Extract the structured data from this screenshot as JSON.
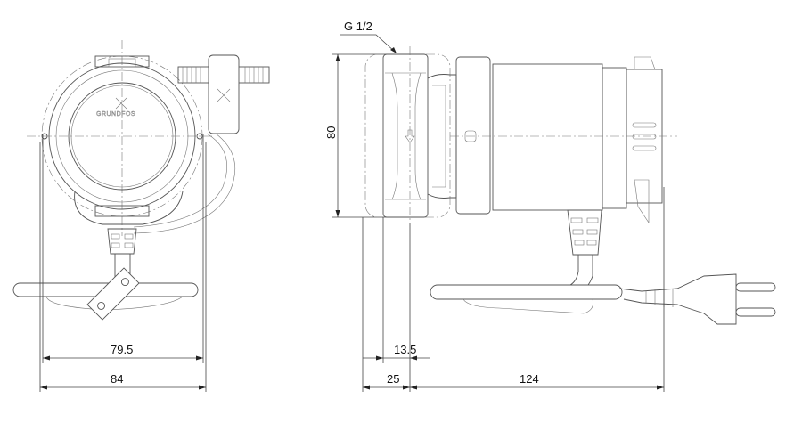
{
  "drawing": {
    "brand_logo": "GRUNDFOS",
    "thread_label": "G 1/2",
    "dimensions": {
      "front_inner_width": "79.5",
      "front_outer_width": "84",
      "height": "80",
      "inlet_offset": "13.5",
      "port_depth": "25",
      "motor_length": "124"
    }
  }
}
